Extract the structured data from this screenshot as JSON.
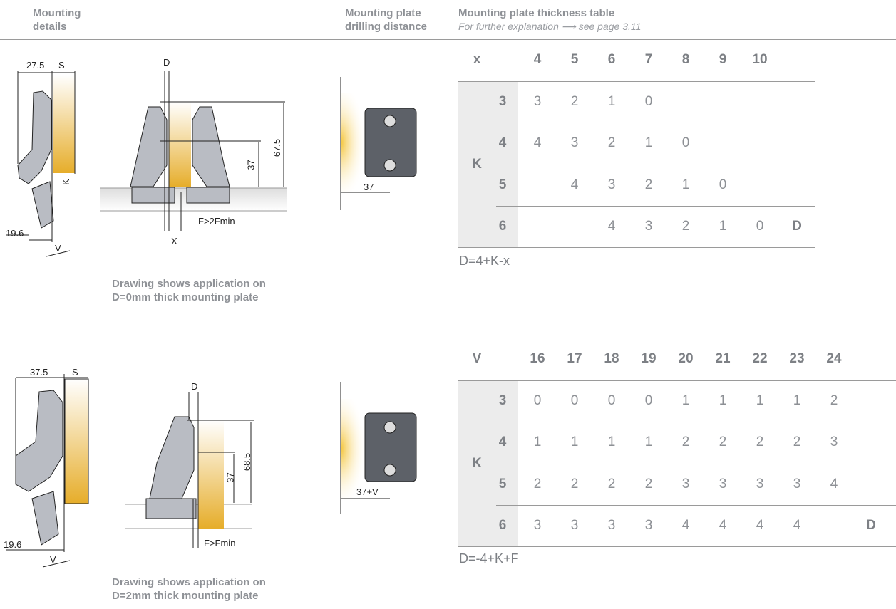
{
  "headers": {
    "mounting_details": [
      "Mounting",
      "details"
    ],
    "drilling_distance": [
      "Mounting plate",
      "drilling distance"
    ],
    "thickness_table": "Mounting plate thickness table",
    "further_explanation": "For further explanation ⟶ see page 3.11"
  },
  "section1": {
    "side_view_labels": {
      "width": "27.5",
      "s": "S",
      "k": "K",
      "offset": "19.6",
      "v": "V"
    },
    "front_view_labels": {
      "d": "D",
      "h37": "37",
      "h675": "67.5",
      "f": "F>2Fmin",
      "x": "X"
    },
    "caption": [
      "Drawing shows application on",
      "D=0mm thick mounting plate"
    ],
    "plate_label": "37",
    "table": {
      "col_header": "x",
      "row_header": "K",
      "result_label": "D",
      "columns": [
        "4",
        "5",
        "6",
        "7",
        "8",
        "9",
        "10"
      ],
      "rows": [
        {
          "k": "3",
          "values": [
            "3",
            "2",
            "1",
            "0",
            "",
            "",
            ""
          ]
        },
        {
          "k": "4",
          "values": [
            "4",
            "3",
            "2",
            "1",
            "0",
            "",
            ""
          ]
        },
        {
          "k": "5",
          "values": [
            "",
            "4",
            "3",
            "2",
            "1",
            "0",
            ""
          ]
        },
        {
          "k": "6",
          "values": [
            "",
            "",
            "4",
            "3",
            "2",
            "1",
            "0"
          ]
        }
      ],
      "formula": "D=4+K-x"
    }
  },
  "section2": {
    "side_view_labels": {
      "width": "37.5",
      "s": "S",
      "offset": "19.6",
      "v": "V"
    },
    "front_view_labels": {
      "d": "D",
      "h37": "37",
      "h685": "68.5",
      "f": "F>Fmin"
    },
    "caption": [
      "Drawing shows application on",
      "D=2mm thick mounting plate"
    ],
    "plate_label": "37+V",
    "table": {
      "col_header": "V",
      "row_header": "K",
      "result_label": "D",
      "columns": [
        "16",
        "17",
        "18",
        "19",
        "20",
        "21",
        "22",
        "23",
        "24"
      ],
      "rows": [
        {
          "k": "3",
          "values": [
            "0",
            "0",
            "0",
            "0",
            "1",
            "1",
            "1",
            "1",
            "2"
          ]
        },
        {
          "k": "4",
          "values": [
            "1",
            "1",
            "1",
            "1",
            "2",
            "2",
            "2",
            "2",
            "3"
          ]
        },
        {
          "k": "5",
          "values": [
            "2",
            "2",
            "2",
            "2",
            "3",
            "3",
            "3",
            "3",
            "4"
          ]
        },
        {
          "k": "6",
          "values": [
            "3",
            "3",
            "3",
            "3",
            "4",
            "4",
            "4",
            "4",
            ""
          ]
        }
      ],
      "formula": "D=-4+K+F"
    }
  }
}
